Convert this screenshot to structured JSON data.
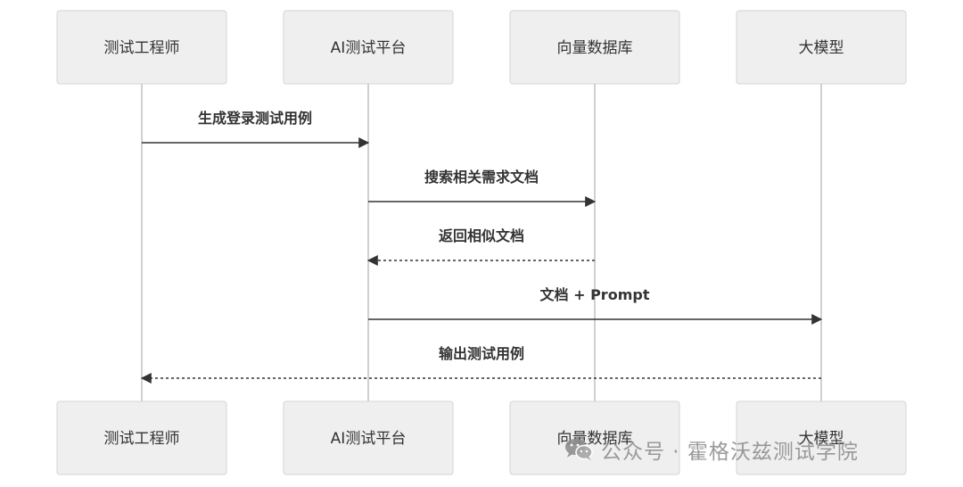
{
  "actors": [
    {
      "label": "测试工程师"
    },
    {
      "label": "AI测试平台"
    },
    {
      "label": "向量数据库"
    },
    {
      "label": "大模型"
    }
  ],
  "messages": [
    {
      "from": 0,
      "to": 1,
      "label": "生成登录测试用例",
      "style": "solid"
    },
    {
      "from": 1,
      "to": 2,
      "label": "搜索相关需求文档",
      "style": "solid"
    },
    {
      "from": 2,
      "to": 1,
      "label": "返回相似文档",
      "style": "dashed"
    },
    {
      "from": 1,
      "to": 3,
      "label": "文档 + Prompt",
      "style": "solid"
    },
    {
      "from": 3,
      "to": 0,
      "label": "输出测试用例",
      "style": "dashed"
    }
  ],
  "watermark": {
    "text": "公众号 · 霍格沃兹测试学院",
    "icon": "wechat-icon"
  },
  "colors": {
    "actor_fill": "#efefef",
    "actor_border": "#d4d4d4",
    "lifeline": "#d0d0d0",
    "arrow": "#333333",
    "text": "#333333"
  }
}
